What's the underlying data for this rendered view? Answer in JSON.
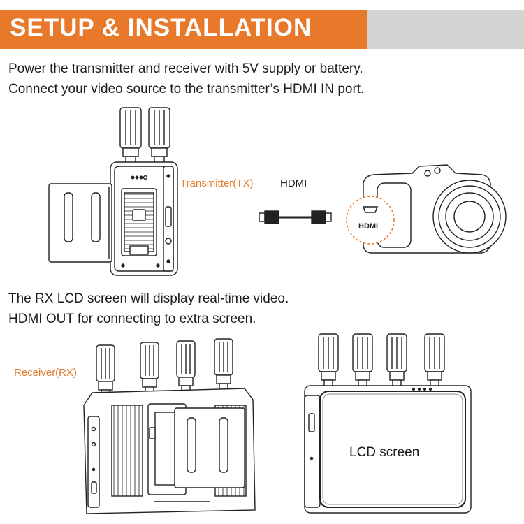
{
  "header": {
    "title": "SETUP & INSTALLATION"
  },
  "section1": {
    "line1": "Power the transmitter and receiver with 5V supply or battery.",
    "line2": "Connect your video source to the transmitter’s HDMI IN port."
  },
  "section2": {
    "line1": "The RX LCD screen will display real-time video.",
    "line2": "HDMI OUT for connecting to extra screen."
  },
  "labels": {
    "transmitter": "Transmitter(TX)",
    "hdmi": "HDMI",
    "camera_port": "HDMI",
    "receiver": "Receiver(RX)",
    "lcd": "LCD screen"
  },
  "colors": {
    "accent": "#e8792a",
    "header_gray": "#d3d3d3",
    "text": "#1c1c1c"
  }
}
